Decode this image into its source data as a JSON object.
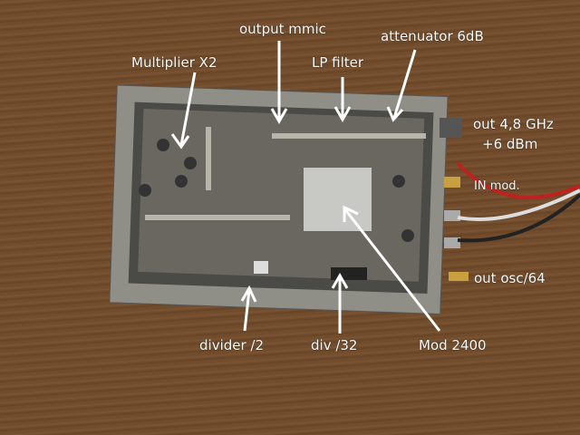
{
  "labels": {
    "multiplier": "Multiplier X2",
    "output_mmic": "output mmic",
    "lp_filter": "LP filter",
    "attenuator": "attenuator 6dB",
    "out_freq": "out 4,8 GHz",
    "out_power": "+6 dBm",
    "in_mod": "IN mod.",
    "out_osc": "out osc/64",
    "divider2": "divider /2",
    "div32": "div /32",
    "mod": "Mod 2400"
  }
}
